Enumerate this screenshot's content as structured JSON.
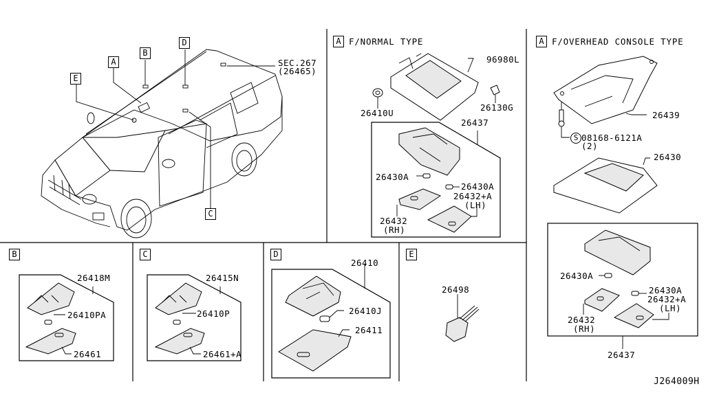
{
  "diagram": {
    "drawing_number": "J264009H",
    "panels": {
      "vehicle": {
        "callouts": [
          "A",
          "B",
          "C",
          "D",
          "E"
        ],
        "reference": {
          "line1": "SEC.267",
          "line2": "(26465)"
        }
      },
      "a_normal": {
        "callout": "A",
        "title": "F/NORMAL TYPE",
        "parts": {
          "p96980L": "96980L",
          "p26410U": "26410U",
          "p26130G": "26130G",
          "p26437": "26437",
          "p26430A_left": "26430A",
          "p26430A_right": "26430A",
          "p26432A": "26432+A",
          "p26432A_side": "(LH)",
          "p26432": "26432",
          "p26432_side": "(RH)"
        }
      },
      "a_overhead": {
        "callout": "A",
        "title": "F/OVERHEAD CONSOLE TYPE",
        "parts": {
          "p26439": "26439",
          "screw_symbol": "S",
          "screw": "08168-6121A",
          "screw_qty": "(2)",
          "p26430": "26430",
          "p26430A_left": "26430A",
          "p26430A_right": "26430A",
          "p26432A": "26432+A",
          "p26432A_side": "(LH)",
          "p26432": "26432",
          "p26432_side": "(RH)",
          "p26437": "26437"
        }
      },
      "b": {
        "callout": "B",
        "parts": {
          "p26418M": "26418M",
          "p26410PA": "26410PA",
          "p26461": "26461"
        }
      },
      "c": {
        "callout": "C",
        "parts": {
          "p26415N": "26415N",
          "p26410P": "26410P",
          "p26461A": "26461+A"
        }
      },
      "d": {
        "callout": "D",
        "parts": {
          "p26410": "26410",
          "p26410J": "26410J",
          "p26411": "26411"
        }
      },
      "e": {
        "callout": "E",
        "parts": {
          "p26498": "26498"
        }
      }
    }
  }
}
